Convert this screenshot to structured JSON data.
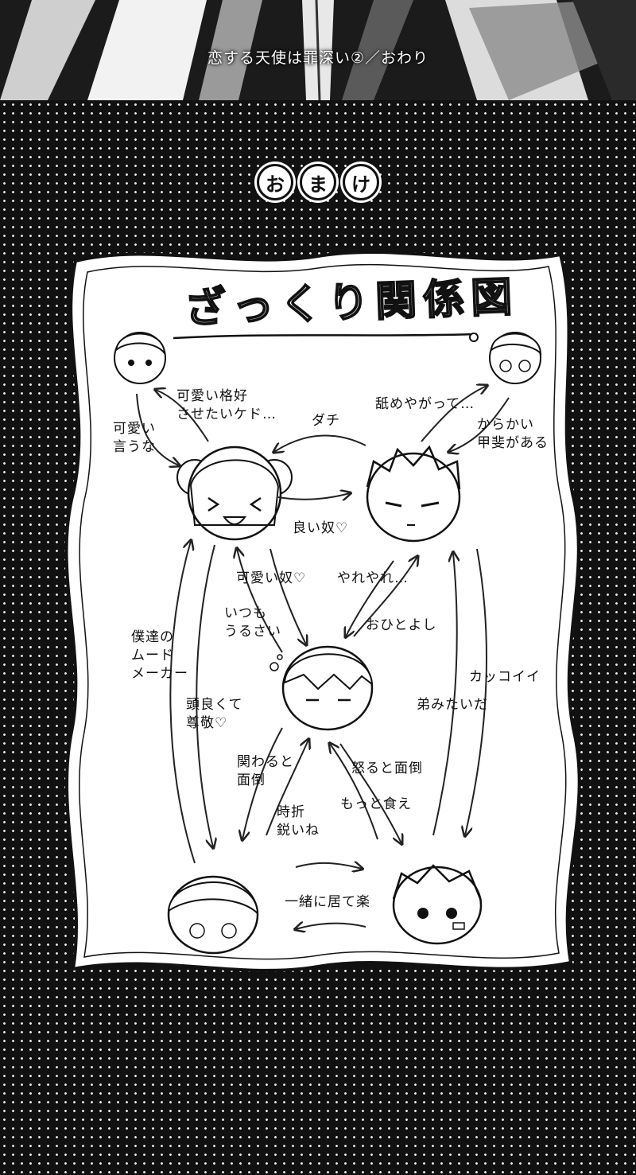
{
  "end_caption": "恋する天使は罪深い②／おわり",
  "omake": [
    "お",
    "ま",
    "け"
  ],
  "chart_title": "ざっくり関係図",
  "labels": {
    "kawaii_kakkou": "可愛い格好\nさせたいケド…",
    "kawaii_iuna": "可愛い\n言うな",
    "dachi": "ダチ",
    "nameyagatte": "舐めやがって…",
    "karakai": "からかい\n甲斐がある",
    "yoi_yatsu": "良い奴♡",
    "kawaii_yatsu": "可愛い奴♡",
    "yareyare": "やれやれ…",
    "itsumo": "いつも\nうるさい",
    "ohitoyoshi": "おひとよし",
    "mood_maker": "僕達の\nムード\nメーカー",
    "kakkoii": "カッコイイ",
    "atama_yoku": "頭良くて\n尊敬♡",
    "otouto": "弟みたいだ",
    "kakawaru": "関わると\n面倒",
    "okoru": "怒ると面倒",
    "jiori": "時折\n鋭いね",
    "motto": "もっと食え",
    "issho": "一緒に居て楽"
  }
}
